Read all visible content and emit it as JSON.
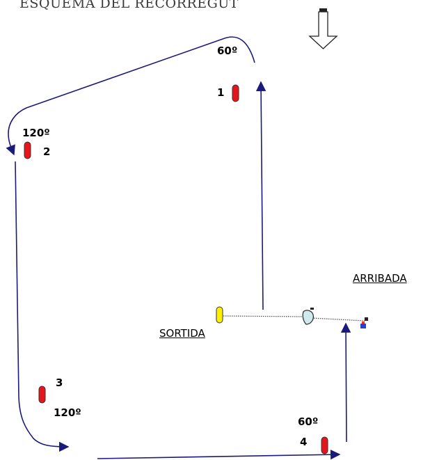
{
  "title": "ESQUEMA DEL RECORREGUT",
  "wind_icon": "wind-direction-arrow-icon",
  "labels": {
    "start": "SORTIDA",
    "finish": "ARRIBADA"
  },
  "buoys": [
    {
      "number": "1",
      "angle": "60º",
      "color": "#e8141b"
    },
    {
      "number": "2",
      "angle": "120º",
      "color": "#e8141b"
    },
    {
      "number": "3",
      "angle": "120º",
      "color": "#e8141b"
    },
    {
      "number": "4",
      "angle": "60º",
      "color": "#e8141b"
    }
  ],
  "start_buoy_color": "#ffef00",
  "course_color": "#1a1a7a"
}
